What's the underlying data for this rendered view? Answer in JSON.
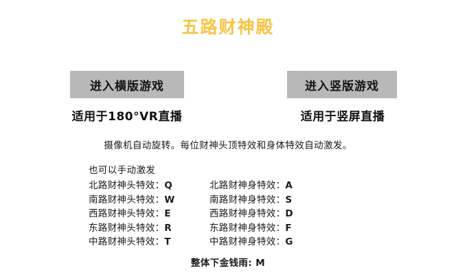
{
  "header": {
    "title": "五路财神殿"
  },
  "modes": [
    {
      "button_label": "进入横版游戏",
      "caption": "适用于180°VR直播"
    },
    {
      "button_label": "进入竖版游戏",
      "caption": "适用于竖屏直播"
    }
  ],
  "description": "摄像机自动旋转。每位财神头顶特效和身体特效自动激发。",
  "manual": {
    "heading": "也可以手动激发",
    "rows": [
      {
        "head_label": "北路财神头特效：",
        "head_key": "Q",
        "body_label": "北路财神身特效：",
        "body_key": "A"
      },
      {
        "head_label": "南路财神头特效：",
        "head_key": "W",
        "body_label": "南路财神身特效：",
        "body_key": "S"
      },
      {
        "head_label": "西路财神头特效：",
        "head_key": "E",
        "body_label": "西路财神身特效：",
        "body_key": "D"
      },
      {
        "head_label": "东路财神头特效：",
        "head_key": "R",
        "body_label": "东路财神身特效：",
        "body_key": "F"
      },
      {
        "head_label": "中路财神头特效：",
        "head_key": "T",
        "body_label": "中路财神身特效：",
        "body_key": "G"
      }
    ]
  },
  "footer": {
    "money_rain": "整体下金钱雨: M"
  },
  "colors": {
    "background": "#ffffff",
    "title": "#f5c445",
    "button_background": "#b8b8b8",
    "text": "#1a1a1a"
  }
}
